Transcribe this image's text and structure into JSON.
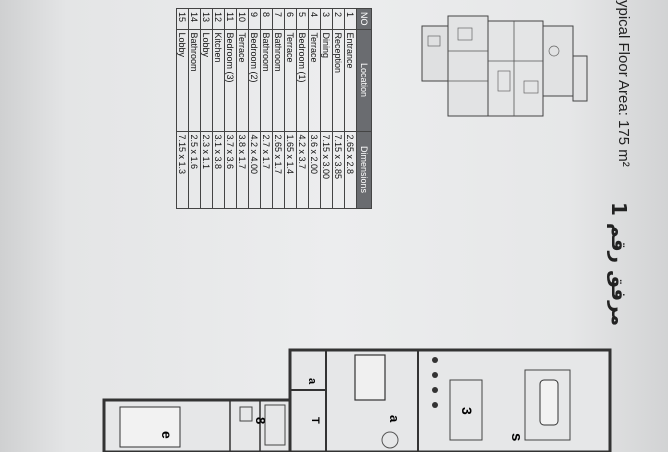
{
  "document": {
    "title": "ypical Floor Area: 175 m²",
    "arabic_heading": "مرفق رقم 1"
  },
  "table": {
    "headers": [
      "NO",
      "Location",
      "Dimensions"
    ],
    "rows": [
      {
        "no": "1",
        "location": "Entrance",
        "dimensions": "2.65 x 2.8"
      },
      {
        "no": "2",
        "location": "Reception",
        "dimensions": "7.15 x 3.85"
      },
      {
        "no": "3",
        "location": "Dining",
        "dimensions": "7.15 x 3.00"
      },
      {
        "no": "4",
        "location": "Terrace",
        "dimensions": "3.6 x 2.00"
      },
      {
        "no": "5",
        "location": "Bedroom (1)",
        "dimensions": "4.2 x 3.7"
      },
      {
        "no": "6",
        "location": "Terrace",
        "dimensions": "1.65 x 1.4"
      },
      {
        "no": "7",
        "location": "Bathroom",
        "dimensions": "2.65 x 1.7"
      },
      {
        "no": "8",
        "location": "Bathroom",
        "dimensions": "2.7 x 1.7"
      },
      {
        "no": "9",
        "location": "Bedroom (2)",
        "dimensions": "4.2 x 4.00"
      },
      {
        "no": "10",
        "location": "Terrace",
        "dimensions": "3.8 x 1.7"
      },
      {
        "no": "11",
        "location": "Bedroom (3)",
        "dimensions": "3.7 x 3.6"
      },
      {
        "no": "12",
        "location": "Kitchen",
        "dimensions": "3.1 x 3.8"
      },
      {
        "no": "13",
        "location": "Lobby",
        "dimensions": "2.3 x 1.1"
      },
      {
        "no": "14",
        "location": "Bathroom",
        "dimensions": "2.5 x 1.6"
      },
      {
        "no": "15",
        "location": "Lobby",
        "dimensions": "7.15 x 1.3"
      }
    ]
  },
  "plan_labels": {
    "a": "a",
    "a2": "a",
    "three": "3",
    "s": "s",
    "eight": "8",
    "e": "e",
    "t": "T"
  }
}
